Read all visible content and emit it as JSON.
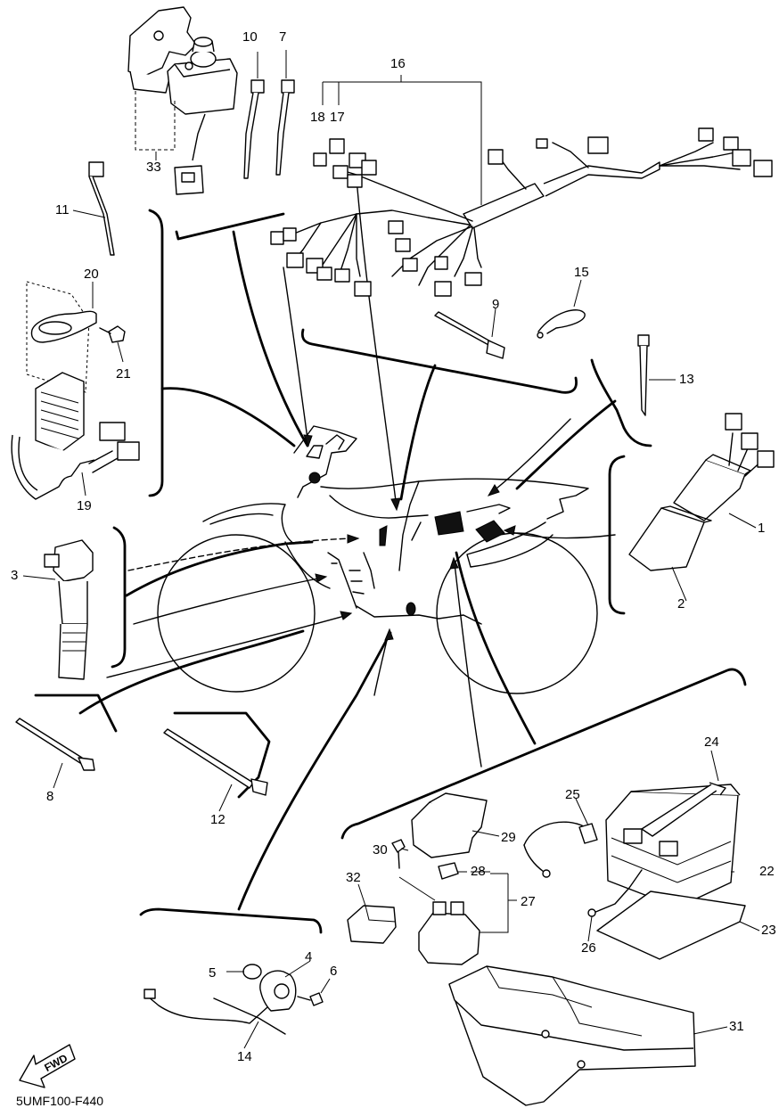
{
  "callouts": {
    "c1": "1",
    "c2": "2",
    "c3": "3",
    "c4": "4",
    "c5": "5",
    "c6": "6",
    "c7": "7",
    "c8": "8",
    "c9": "9",
    "c10": "10",
    "c11": "11",
    "c12": "12",
    "c13": "13",
    "c14": "14",
    "c15": "15",
    "c16": "16",
    "c17": "17",
    "c18": "18",
    "c19": "19",
    "c20": "20",
    "c21": "21",
    "c22": "22",
    "c23": "23",
    "c24": "24",
    "c25": "25",
    "c26": "26",
    "c27": "27",
    "c28": "28",
    "c29": "29",
    "c30": "30",
    "c31": "31",
    "c32": "32",
    "c33": "33"
  },
  "fwd_label": "FWD",
  "drawing_code": "5UMF100-F440"
}
